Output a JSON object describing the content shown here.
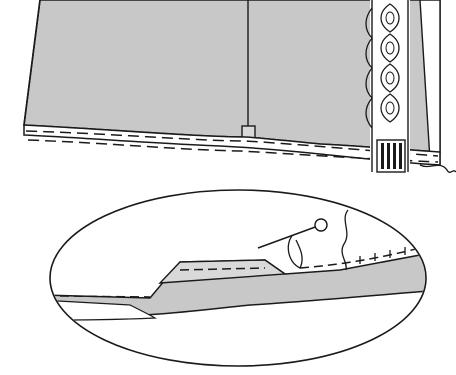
{
  "illustration": {
    "colors": {
      "fabric": "#c8c8c8",
      "fabric_light": "#d9d9d9",
      "line": "#1a1a1a",
      "background": "#ffffff"
    },
    "parts": [
      "skirt-panel",
      "center-seam",
      "lace-trim-insert",
      "hem-stitching",
      "detail-magnifier",
      "hand-sewing-needle",
      "thread"
    ]
  }
}
